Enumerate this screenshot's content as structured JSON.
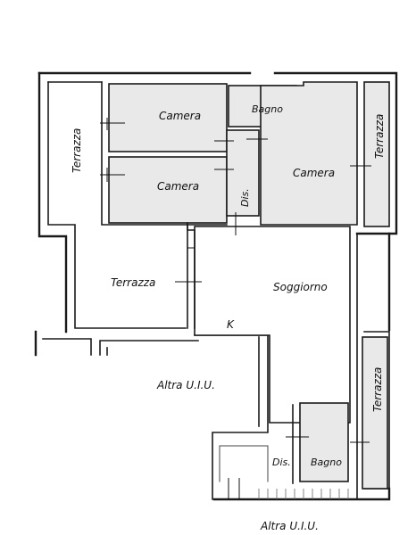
{
  "rooms": {
    "camera_top": "Camera",
    "bagno_top": "Bagno",
    "camera_mid": "Camera",
    "dis_top": "Dis.",
    "camera_right": "Camera",
    "terrazza_left": "Terrazza",
    "terrazza_right_top": "Terrazza",
    "terrazza_center": "Terrazza",
    "soggiorno": "Soggiorno",
    "kitchen_mark": "K",
    "altra_uiu_center": "Altra U.I.U.",
    "terrazza_right_bottom": "Terrazza",
    "dis_bottom": "Dis.",
    "bagno_bottom": "Bagno",
    "altra_uiu_bottom": "Altra U.I.U."
  },
  "colors": {
    "wall": "#1a1a1a",
    "room_fill": "#e9e9e9",
    "background": "#ffffff"
  }
}
